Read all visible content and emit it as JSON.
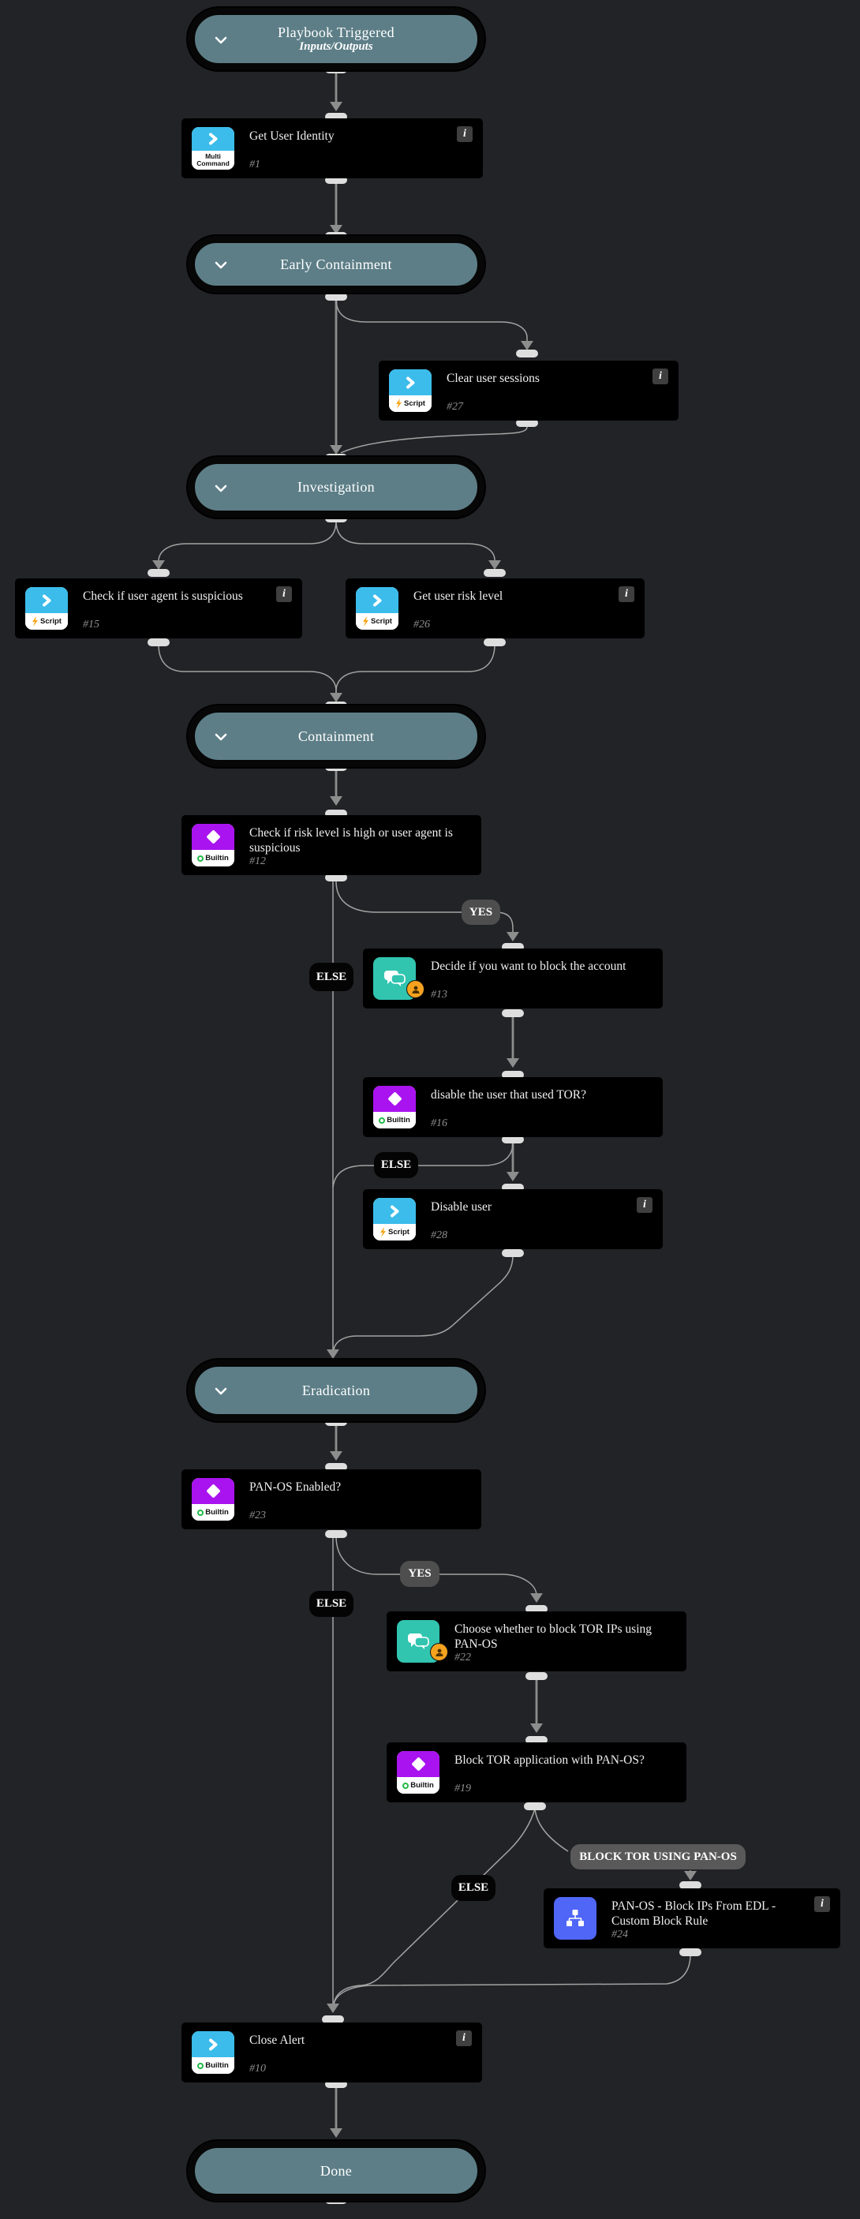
{
  "colors": {
    "canvas_bg": "#222326",
    "section_fill": "#5d7e87",
    "node_bg": "#000000",
    "edge_gray": "#8d8d8d",
    "connector_pill": "#dedede",
    "cyan_icon": "#3bbceb",
    "purple_icon": "#a913ef",
    "teal_icon": "#31c5b0",
    "blue_icon": "#4f66f7",
    "badge_orange": "#f5a21f",
    "builtin_green": "#21ba45",
    "yes_label_bg": "#4e4e4e",
    "else_label_bg": "#040404",
    "block_label_bg": "#595959"
  },
  "sections": {
    "start": {
      "title": "Playbook Triggered",
      "subtitle": "Inputs/Outputs"
    },
    "early_containment": {
      "title": "Early Containment"
    },
    "investigation": {
      "title": "Investigation"
    },
    "containment": {
      "title": "Containment"
    },
    "eradication": {
      "title": "Eradication"
    },
    "done": {
      "title": "Done"
    }
  },
  "tasks": {
    "get_user_identity": {
      "title": "Get User Identity",
      "number": "#1",
      "icon_label_line1": "Multi",
      "icon_label_line2": "Command"
    },
    "clear_user_sessions": {
      "title": "Clear user sessions",
      "number": "#27",
      "icon_label": "Script"
    },
    "check_user_agent": {
      "title": "Check if user agent is suspicious",
      "number": "#15",
      "icon_label": "Script"
    },
    "get_user_risk": {
      "title": "Get user risk level",
      "number": "#26",
      "icon_label": "Script"
    },
    "check_risk_level": {
      "title": "Check if risk level is high or user agent is suspicious",
      "number": "#12",
      "icon_label": "Builtin"
    },
    "decide_block_account": {
      "title": "Decide if you want to block the account",
      "number": "#13"
    },
    "disable_tor_user": {
      "title": "disable the user that used TOR?",
      "number": "#16",
      "icon_label": "Builtin"
    },
    "disable_user": {
      "title": "Disable user",
      "number": "#28",
      "icon_label": "Script"
    },
    "panos_enabled": {
      "title": "PAN-OS Enabled?",
      "number": "#23",
      "icon_label": "Builtin"
    },
    "choose_block_tor": {
      "title": "Choose whether to block TOR IPs using PAN-OS",
      "number": "#22"
    },
    "block_tor_app": {
      "title": "Block TOR application with PAN-OS?",
      "number": "#19",
      "icon_label": "Builtin"
    },
    "panos_block_ips": {
      "title": "PAN-OS - Block IPs From EDL - Custom Block Rule",
      "number": "#24"
    },
    "close_alert": {
      "title": "Close Alert",
      "number": "#10",
      "icon_label": "Builtin"
    }
  },
  "branch_labels": {
    "yes_12": "YES",
    "else_12": "ELSE",
    "else_16": "ELSE",
    "yes_23": "YES",
    "else_23": "ELSE",
    "else_19": "ELSE",
    "block_tor_19": "BLOCK TOR USING PAN-OS"
  },
  "info_icon_glyph": "i"
}
